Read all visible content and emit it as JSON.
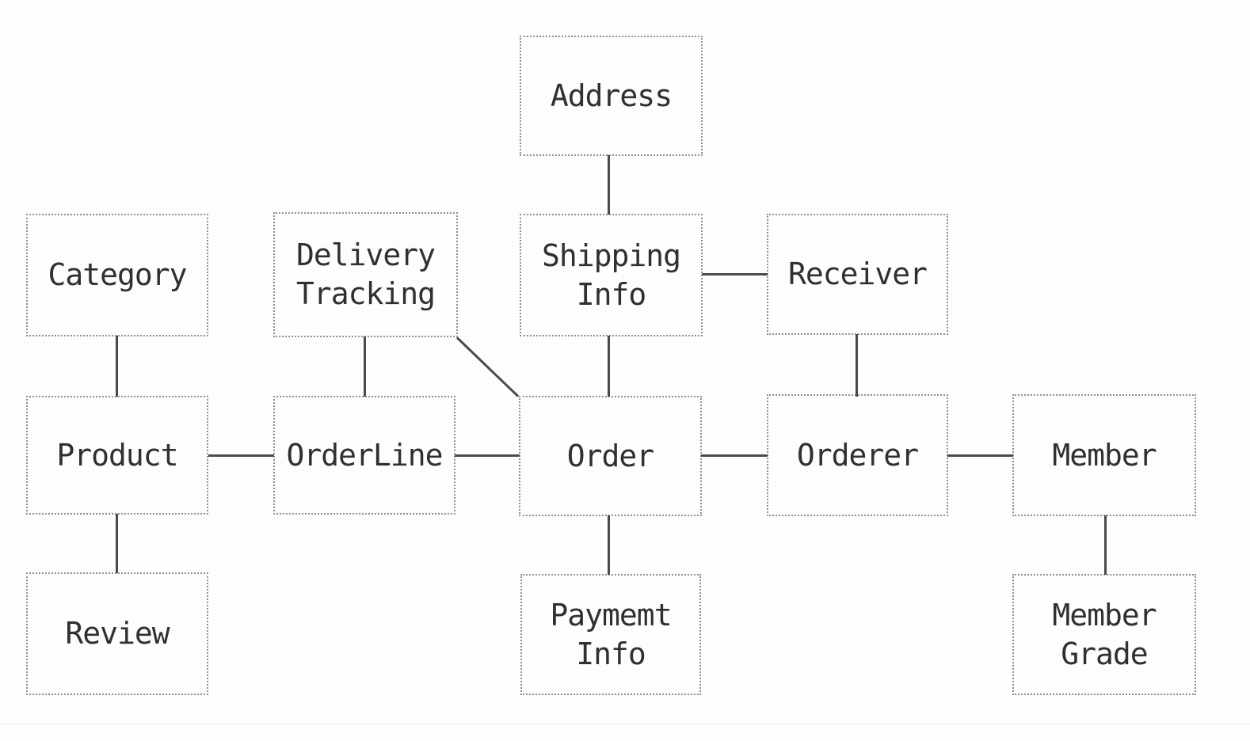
{
  "diagram": {
    "type": "entity-relationship-diagram",
    "nodes": {
      "address": {
        "label": "Address"
      },
      "category": {
        "label": "Category"
      },
      "delivery_tracking": {
        "label": "Delivery\nTracking"
      },
      "shipping_info": {
        "label": "Shipping\nInfo"
      },
      "receiver": {
        "label": "Receiver"
      },
      "product": {
        "label": "Product"
      },
      "orderline": {
        "label": "OrderLine"
      },
      "order": {
        "label": "Order"
      },
      "orderer": {
        "label": "Orderer"
      },
      "member": {
        "label": "Member"
      },
      "review": {
        "label": "Review"
      },
      "payment_info": {
        "label": "Paymemt\nInfo"
      },
      "member_grade": {
        "label": "Member\nGrade"
      }
    },
    "edges": [
      {
        "from": "address",
        "to": "shipping_info"
      },
      {
        "from": "shipping_info",
        "to": "receiver"
      },
      {
        "from": "shipping_info",
        "to": "order"
      },
      {
        "from": "receiver",
        "to": "orderer"
      },
      {
        "from": "category",
        "to": "product"
      },
      {
        "from": "delivery_tracking",
        "to": "orderline"
      },
      {
        "from": "delivery_tracking",
        "to": "order"
      },
      {
        "from": "product",
        "to": "orderline"
      },
      {
        "from": "orderline",
        "to": "order"
      },
      {
        "from": "order",
        "to": "orderer"
      },
      {
        "from": "orderer",
        "to": "member"
      },
      {
        "from": "product",
        "to": "review"
      },
      {
        "from": "order",
        "to": "payment_info"
      },
      {
        "from": "member",
        "to": "member_grade"
      }
    ],
    "colors": {
      "box_border": "#8f8f8f",
      "connector_line": "#4a4a4a",
      "text": "#303030",
      "background": "#fdfdfd"
    }
  }
}
